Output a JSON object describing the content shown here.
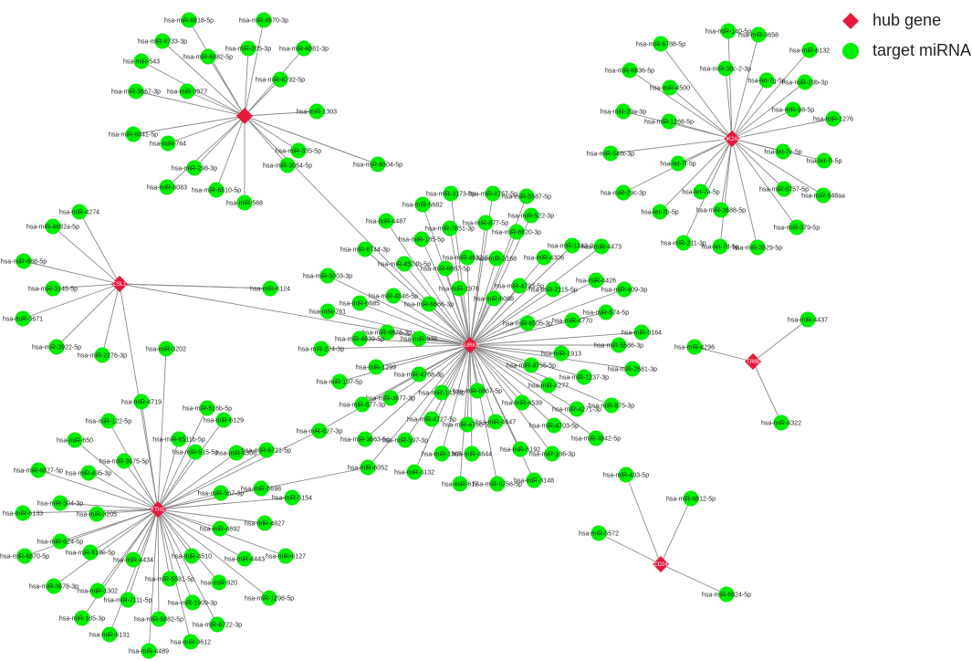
{
  "legend": {
    "hub_label": "hub gene",
    "target_label": "target miRNA",
    "hub_color": "#e8173c",
    "target_color": "#00ee00"
  },
  "colors": {
    "edge": "#8a8a8a",
    "background": "#ffffff"
  },
  "network": {
    "hubs": [
      {
        "id": "h1",
        "label": ""
      },
      {
        "id": "h2",
        "label": "CDK2AP2"
      },
      {
        "id": "h3",
        "label": "CSL1"
      },
      {
        "id": "h4",
        "label": "AURKB"
      },
      {
        "id": "h5",
        "label": "FTH1"
      },
      {
        "id": "h6",
        "label": "TRIB"
      },
      {
        "id": "h7",
        "label": "CD24"
      }
    ],
    "mirnas": [
      {
        "id": "m1",
        "label": "hsa-miR-6818-5p"
      },
      {
        "id": "m2",
        "label": "hsa-miR-4670-3p"
      },
      {
        "id": "m3",
        "label": "hsa-miR-6733-3p"
      },
      {
        "id": "m4",
        "label": "hsa-miR-543"
      },
      {
        "id": "m5",
        "label": "hsa-miR-6882-5p"
      },
      {
        "id": "m6",
        "label": "hsa-miR-205-3p"
      },
      {
        "id": "m7",
        "label": "hsa-miR-6881-3p"
      },
      {
        "id": "m8",
        "label": "hsa-miR-6792-5p"
      },
      {
        "id": "m9",
        "label": "hsa-miR-3667-3p"
      },
      {
        "id": "m10",
        "label": "hsa-miR-3977"
      },
      {
        "id": "m11",
        "label": "hsa-miR-1303"
      },
      {
        "id": "m12",
        "label": "hsa-miR-6841-5p"
      },
      {
        "id": "m13",
        "label": "hsa-miR-764"
      },
      {
        "id": "m14",
        "label": "hsa-miR-335-5p"
      },
      {
        "id": "m15",
        "label": "hsa-miR-298-3p"
      },
      {
        "id": "m16",
        "label": "hsa-miR-3064-5p"
      },
      {
        "id": "m17",
        "label": "hsa-miR-8083"
      },
      {
        "id": "m18",
        "label": "hsa-miR-6510-5p"
      },
      {
        "id": "m19",
        "label": "hsa-miR-568"
      },
      {
        "id": "m20",
        "label": "hsa-miR-6504-5p"
      },
      {
        "id": "m21",
        "label": "hsa-miR-140-5p"
      },
      {
        "id": "m22",
        "label": "hsa-miR-3658"
      },
      {
        "id": "m23",
        "label": "hsa-miR-6788-5p"
      },
      {
        "id": "m24",
        "label": "hsa-miR-6132"
      },
      {
        "id": "m25",
        "label": "hsa-miR-30c-2-3p"
      },
      {
        "id": "m26",
        "label": "hsa-miR-6836-5p"
      },
      {
        "id": "m27",
        "label": "hsa-let-7g-5p"
      },
      {
        "id": "m28",
        "label": "hsa-miR-29b-3p"
      },
      {
        "id": "m29",
        "label": "hsa-miR-4500"
      },
      {
        "id": "m30",
        "label": "hsa-miR-29a-3p"
      },
      {
        "id": "m31",
        "label": "hsa-miR-98-5p"
      },
      {
        "id": "m32",
        "label": "hsa-miR-1276"
      },
      {
        "id": "m33",
        "label": "hsa-miR-1266-5p"
      },
      {
        "id": "m34",
        "label": "hsa-miR-548t-3p"
      },
      {
        "id": "m35",
        "label": "hsa-let-7e-5p"
      },
      {
        "id": "m36",
        "label": "hsa-let-7f-5p"
      },
      {
        "id": "m37",
        "label": "hsa-let-7i-5p"
      },
      {
        "id": "m38",
        "label": "hsa-miR-29c-3p"
      },
      {
        "id": "m39",
        "label": "hsa-let-7a-5p"
      },
      {
        "id": "m40",
        "label": "hsa-miR-6757-5p"
      },
      {
        "id": "m41",
        "label": "hsa-miR-548aa"
      },
      {
        "id": "m42",
        "label": "hsa-let-7b-5p"
      },
      {
        "id": "m43",
        "label": "hsa-miR-3688-5p"
      },
      {
        "id": "m44",
        "label": "hsa-miR-379-5p"
      },
      {
        "id": "m45",
        "label": "hsa-miR-211-3p"
      },
      {
        "id": "m46",
        "label": "hsa-let-7d-5p"
      },
      {
        "id": "m47",
        "label": "hsa-miR-3529-5p"
      },
      {
        "id": "m48",
        "label": "hsa-miR-4274"
      },
      {
        "id": "m49",
        "label": "hsa-miR-4682a-5p"
      },
      {
        "id": "m50",
        "label": "hsa-miR-888-5p"
      },
      {
        "id": "m51",
        "label": "hsa-miR-3145-5p"
      },
      {
        "id": "m52",
        "label": "hsa-miR-6124"
      },
      {
        "id": "m53",
        "label": "hsa-miR-3671"
      },
      {
        "id": "m54",
        "label": "hsa-miR-3922-5p"
      },
      {
        "id": "m55",
        "label": "hsa-miR-2276-3p"
      },
      {
        "id": "m56",
        "label": "hsa-miR-3202"
      },
      {
        "id": "m57",
        "label": "hsa-miR-3173-3p"
      },
      {
        "id": "m58",
        "label": "hsa-miR-4757-5p"
      },
      {
        "id": "m59",
        "label": "hsa-miR-5682"
      },
      {
        "id": "m60",
        "label": "hsa-miR-5587-5p"
      },
      {
        "id": "m61",
        "label": "hsa-miR-4487"
      },
      {
        "id": "m62",
        "label": "hsa-miR-7851-3p"
      },
      {
        "id": "m63",
        "label": "hsa-miR-877-5p"
      },
      {
        "id": "m64",
        "label": "hsa-miR-522-3p"
      },
      {
        "id": "m65",
        "label": "hsa-miR-185-5p"
      },
      {
        "id": "m66",
        "label": "hsa-miR-6820-3p"
      },
      {
        "id": "m67",
        "label": "hsa-miR-6744-3p"
      },
      {
        "id": "m68",
        "label": "hsa-miR-1343-3p"
      },
      {
        "id": "m69",
        "label": "hsa-miR-4473"
      },
      {
        "id": "m70",
        "label": "hsa-miR-4524b-5p"
      },
      {
        "id": "m71",
        "label": "hsa-miR-4632-5p"
      },
      {
        "id": "m72",
        "label": "hsa-miR-3168"
      },
      {
        "id": "m73",
        "label": "hsa-miR-4306"
      },
      {
        "id": "m74",
        "label": "hsa-miR-6867-5p"
      },
      {
        "id": "m75",
        "label": "hsa-miR-5003-3p"
      },
      {
        "id": "m76",
        "label": "hsa-miR-4426"
      },
      {
        "id": "m77",
        "label": "hsa-miR-4793-5p"
      },
      {
        "id": "m78",
        "label": "hsa-miR-2115-5p"
      },
      {
        "id": "m79",
        "label": "hsa-miR-1976"
      },
      {
        "id": "m80",
        "label": "hsa-miR-409-3p"
      },
      {
        "id": "m81",
        "label": "hsa-miR-4646-5p"
      },
      {
        "id": "m82",
        "label": "hsa-miR-6685"
      },
      {
        "id": "m83",
        "label": "hsa-miR-6866-3p"
      },
      {
        "id": "m84",
        "label": "hsa-miR-6088"
      },
      {
        "id": "m85",
        "label": "hsa-miR-761"
      },
      {
        "id": "m86",
        "label": "hsa-miR-574-5p"
      },
      {
        "id": "m87",
        "label": "hsa-miR-4770"
      },
      {
        "id": "m88",
        "label": "hsa-miR-6505-3p"
      },
      {
        "id": "m89",
        "label": "hsa-miR-3164"
      },
      {
        "id": "m90",
        "label": "hsa-miR-6878-3p"
      },
      {
        "id": "m91",
        "label": "hsa-miR-938"
      },
      {
        "id": "m92",
        "label": "hsa-miR-4639-5p"
      },
      {
        "id": "m93",
        "label": "hsa-miR-5586-3p"
      },
      {
        "id": "m94",
        "label": "hsa-miR-224-3p"
      },
      {
        "id": "m95",
        "label": "hsa-miR-1913"
      },
      {
        "id": "m96",
        "label": "hsa-miR-4755-5p"
      },
      {
        "id": "m97",
        "label": "hsa-miR-1299"
      },
      {
        "id": "m98",
        "label": "hsa-miR-2681-3p"
      },
      {
        "id": "m99",
        "label": "hsa-miR-197-5p"
      },
      {
        "id": "m100",
        "label": "hsa-miR-4768-3p"
      },
      {
        "id": "m101",
        "label": "hsa-miR-1237-3p"
      },
      {
        "id": "m102",
        "label": "hsa-miR-4277"
      },
      {
        "id": "m103",
        "label": "hsa-miR-143-3p"
      },
      {
        "id": "m104",
        "label": "hsa-miR-6867-5p"
      },
      {
        "id": "m105",
        "label": "hsa-miR-3677-3p"
      },
      {
        "id": "m106",
        "label": "hsa-miR-877-3p"
      },
      {
        "id": "m107",
        "label": "hsa-miR-4539"
      },
      {
        "id": "m108",
        "label": "hsa-miR-4271-3p"
      },
      {
        "id": "m109",
        "label": "hsa-miR-875-3p"
      },
      {
        "id": "m110",
        "label": "hsa-miR-4727-5p"
      },
      {
        "id": "m111",
        "label": "hsa-miR-6766-5p"
      },
      {
        "id": "m112",
        "label": "hsa-miR-4647"
      },
      {
        "id": "m113",
        "label": "hsa-miR-4703-5p"
      },
      {
        "id": "m114",
        "label": "hsa-miR-3942-5p"
      },
      {
        "id": "m115",
        "label": "hsa-miR-3663-5p"
      },
      {
        "id": "m116",
        "label": "hsa-miR-597-3p"
      },
      {
        "id": "m117",
        "label": "hsa-miR-1305"
      },
      {
        "id": "m118",
        "label": "hsa-miR-4644"
      },
      {
        "id": "m119",
        "label": "hsa-miR-5192"
      },
      {
        "id": "m120",
        "label": "hsa-miR-186-3p"
      },
      {
        "id": "m121",
        "label": "hsa-miR-3132"
      },
      {
        "id": "m122",
        "label": "hsa-miR-617"
      },
      {
        "id": "m123",
        "label": "hsa-miR-6756-5p"
      },
      {
        "id": "m124",
        "label": "hsa-miR-3148"
      },
      {
        "id": "m125",
        "label": "hsa-miR-6052"
      },
      {
        "id": "m126",
        "label": "hsa-miR-4719"
      },
      {
        "id": "m127",
        "label": "hsa-miR-516b-5p"
      },
      {
        "id": "m128",
        "label": "hsa-miR-122-5p"
      },
      {
        "id": "m129",
        "label": "hsa-miR-6129"
      },
      {
        "id": "m130",
        "label": "hsa-miR-650"
      },
      {
        "id": "m131",
        "label": "hsa-miR-6511b-5p"
      },
      {
        "id": "m132",
        "label": "hsa-miR-3675-5p"
      },
      {
        "id": "m133",
        "label": "hsa-miR-515-5p"
      },
      {
        "id": "m134",
        "label": "hsa-miR-4306"
      },
      {
        "id": "m135",
        "label": "hsa-miR-6721-5p"
      },
      {
        "id": "m136",
        "label": "hsa-miR-627-3p"
      },
      {
        "id": "m137",
        "label": "hsa-miR-6827-5p"
      },
      {
        "id": "m138",
        "label": "hsa-miR-495-3p"
      },
      {
        "id": "m139",
        "label": "hsa-miR-5698"
      },
      {
        "id": "m140",
        "label": "hsa-miR-504-3p"
      },
      {
        "id": "m141",
        "label": "hsa-miR-6133"
      },
      {
        "id": "m142",
        "label": "hsa-miR-3205"
      },
      {
        "id": "m143",
        "label": "hsa-miR-567-3p"
      },
      {
        "id": "m144",
        "label": "hsa-miR-5154"
      },
      {
        "id": "m145",
        "label": "hsa-miR-4692"
      },
      {
        "id": "m146",
        "label": "hsa-miR-4827"
      },
      {
        "id": "m147",
        "label": "hsa-miR-624-5p"
      },
      {
        "id": "m148",
        "label": "hsa-miR-6870-5p"
      },
      {
        "id": "m149",
        "label": "hsa-miR-519e-5p"
      },
      {
        "id": "m150",
        "label": "hsa-miR-4434"
      },
      {
        "id": "m151",
        "label": "hsa-miR-4510"
      },
      {
        "id": "m152",
        "label": "hsa-miR-4443"
      },
      {
        "id": "m153",
        "label": "hsa-miR-6127"
      },
      {
        "id": "m154",
        "label": "hsa-miR-3678-3p"
      },
      {
        "id": "m155",
        "label": "hsa-miR-1302"
      },
      {
        "id": "m156",
        "label": "hsa-miR-5581-5p"
      },
      {
        "id": "m157",
        "label": "hsa-miR-920"
      },
      {
        "id": "m158",
        "label": "hsa-miR-7111-5p"
      },
      {
        "id": "m159",
        "label": "hsa-miR-1909-3p"
      },
      {
        "id": "m160",
        "label": "hsa-miR-1298-5p"
      },
      {
        "id": "m161",
        "label": "hsa-miR-185-3p"
      },
      {
        "id": "m162",
        "label": "hsa-miR-6882-5p"
      },
      {
        "id": "m163",
        "label": "hsa-miR-6722-3p"
      },
      {
        "id": "m164",
        "label": "hsa-miR-6131"
      },
      {
        "id": "m165",
        "label": "hsa-miR-4489"
      },
      {
        "id": "m166",
        "label": "hsa-miR-3612"
      },
      {
        "id": "m167",
        "label": "hsa-miR-4296"
      },
      {
        "id": "m168",
        "label": "hsa-miR-4437"
      },
      {
        "id": "m169",
        "label": "hsa-miR-4322"
      },
      {
        "id": "m170",
        "label": "hsa-miR-493-5p"
      },
      {
        "id": "m171",
        "label": "hsa-miR-6812-5p"
      },
      {
        "id": "m172",
        "label": "hsa-miR-5572"
      },
      {
        "id": "m173",
        "label": "hsa-miR-6824-5p"
      }
    ]
  }
}
